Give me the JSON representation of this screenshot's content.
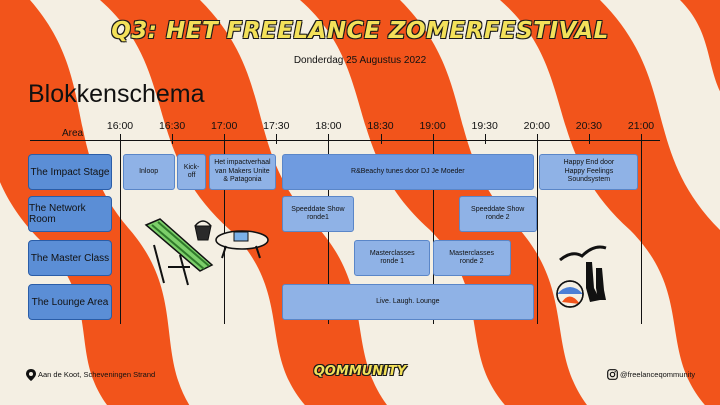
{
  "header": {
    "title": "Q3: HET FREELANCE ZOMERFESTIVAL",
    "date": "Donderdag 25 Augustus 2022",
    "heading": "Blokkenschema"
  },
  "schedule": {
    "area_label": "Area",
    "times": [
      "16:00",
      "16:30",
      "17:00",
      "17:30",
      "18:00",
      "18:30",
      "19:00",
      "19:30",
      "20:00",
      "20:30",
      "21:00"
    ],
    "rooms": [
      "The Impact Stage",
      "The Network Room",
      "The Master Class",
      "The Lounge Area"
    ],
    "events": [
      {
        "room": 0,
        "text": "Inloop"
      },
      {
        "room": 0,
        "text": "Kick-off"
      },
      {
        "room": 0,
        "text": "Het impactverhaal\nvan Makers Unite\n& Patagonia"
      },
      {
        "room": 0,
        "text": "R&Beachy tunes door DJ Je Moeder"
      },
      {
        "room": 0,
        "text": "Happy End door\nHappy Feelings Soundsystem"
      },
      {
        "room": 1,
        "text": "Speeddate Show\nronde1"
      },
      {
        "room": 1,
        "text": "Speeddate Show\nronde 2"
      },
      {
        "room": 2,
        "text": "Masterclasses\nronde 1"
      },
      {
        "room": 2,
        "text": "Masterclasses\nronde 2"
      },
      {
        "room": 3,
        "text": "Live. Laugh. Lounge"
      }
    ]
  },
  "footer": {
    "location": "Aan de Koot, Scheveningen Strand",
    "brand": "QOMMUNITY",
    "social": "@freelanceqommunity"
  },
  "colors": {
    "orange": "#f2541b",
    "cream": "#f4efe3",
    "room_blue": "#5b8ed6",
    "event_blue": "#8fb2e6",
    "title_yellow": "#f3e15a"
  },
  "icons": [
    "location-pin-icon",
    "instagram-icon",
    "beach-chair-icon",
    "bucket-icon",
    "beach-ball-icon",
    "flippers-icon",
    "snorkel-icon"
  ]
}
